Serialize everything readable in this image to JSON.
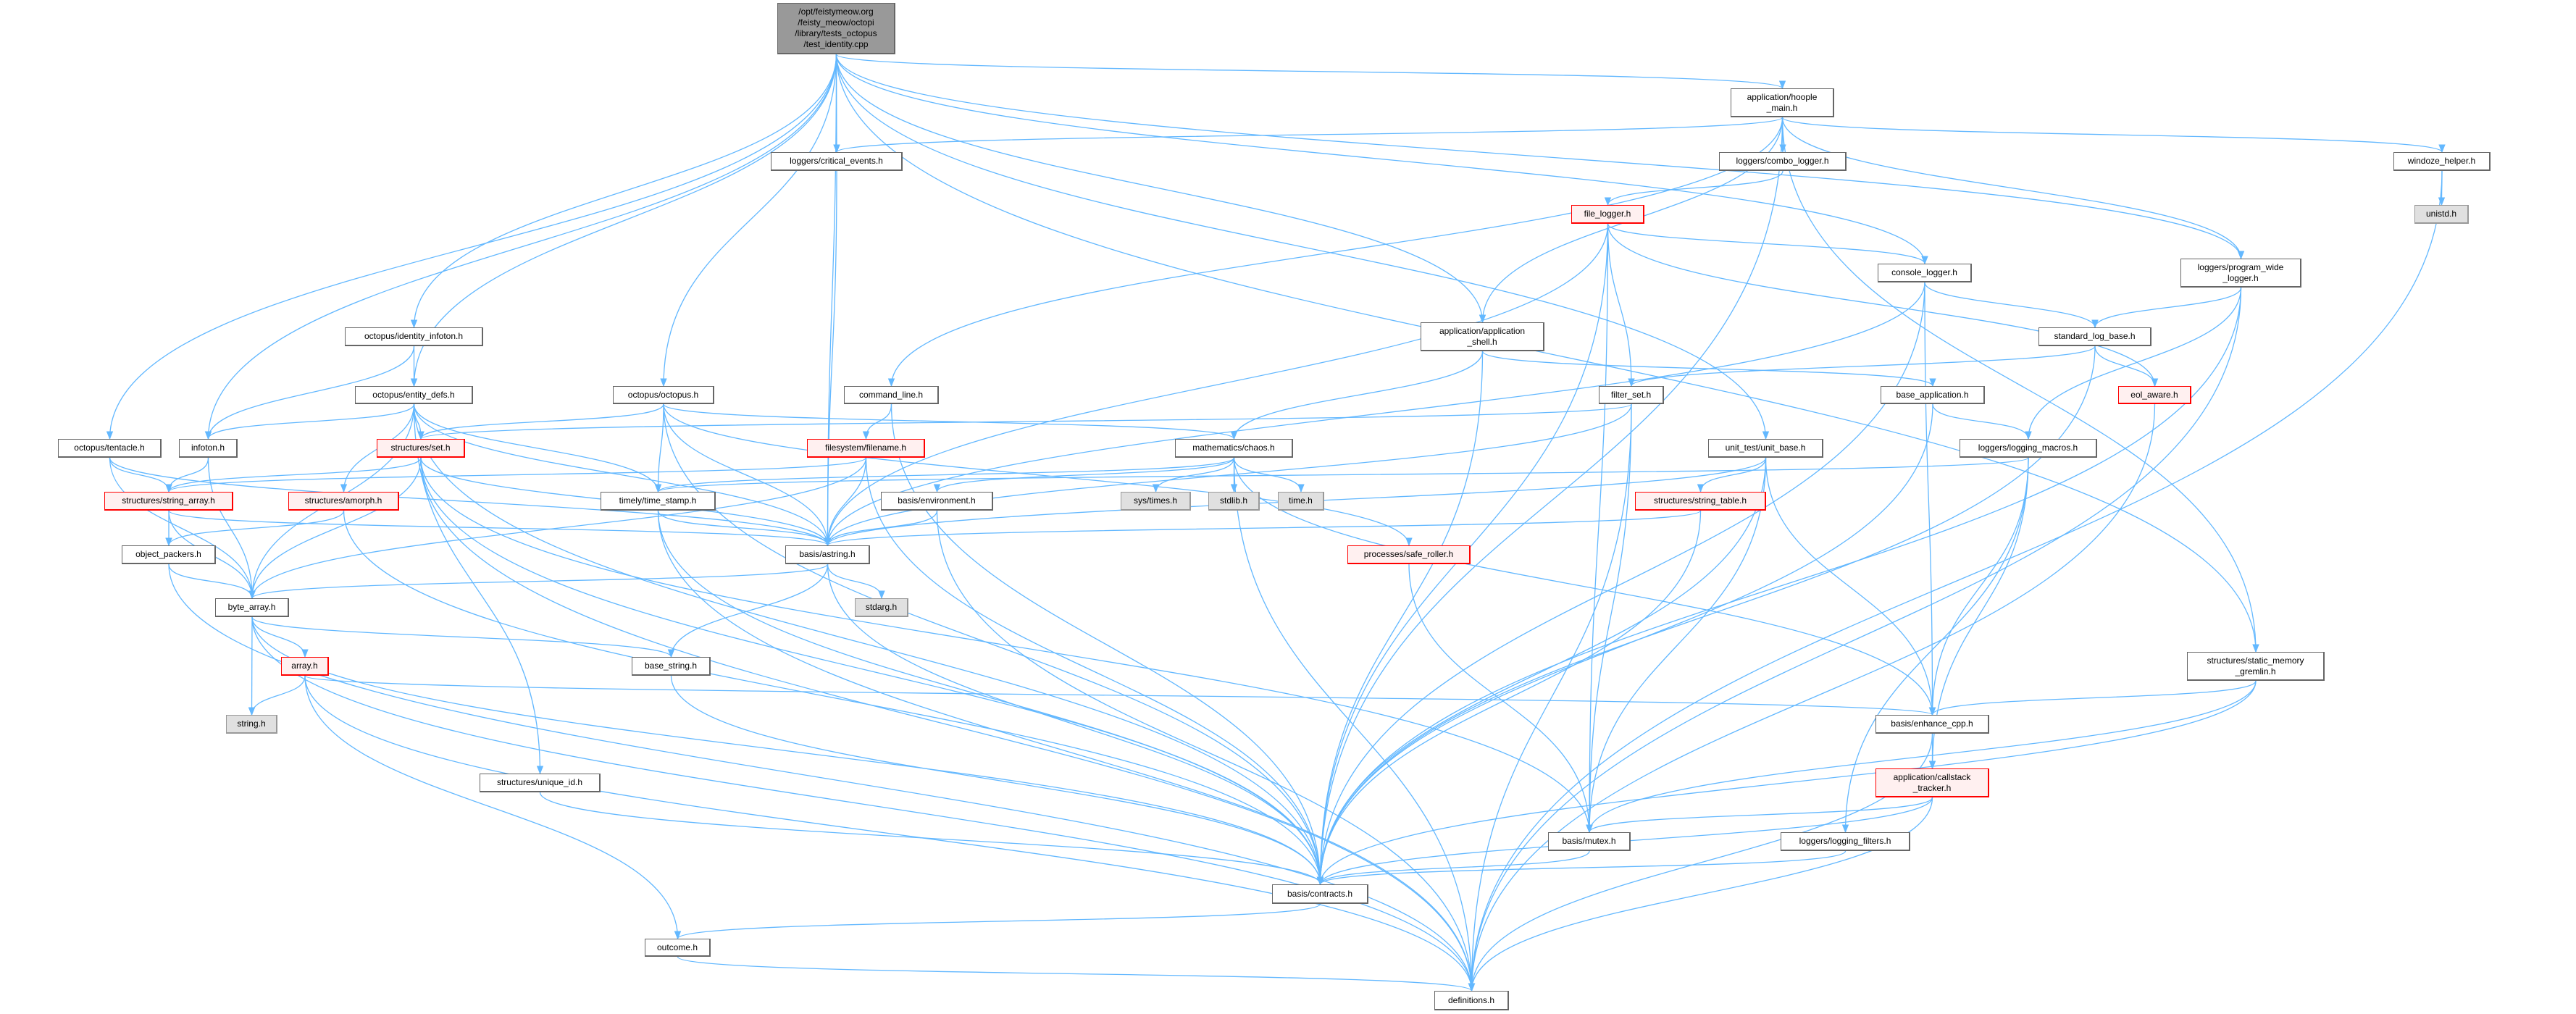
{
  "colors": {
    "edge": "#63b8ff",
    "node_border": "#666666",
    "red_border": "#ff0000",
    "red_fill": "#fff0f0",
    "sys_fill": "#e0e0e0",
    "root_fill": "#999999"
  },
  "nodes": {
    "root": {
      "label": "/opt/feistymeow.org\n/feisty_meow/octopi\n/library/tests_octopus\n/test_identity.cpp",
      "kind": "root"
    },
    "hoople_main": {
      "label": "application/hoople\n_main.h",
      "kind": "normal"
    },
    "critical_events": {
      "label": "loggers/critical_events.h",
      "kind": "normal"
    },
    "combo_logger": {
      "label": "loggers/combo_logger.h",
      "kind": "normal"
    },
    "windoze_helper": {
      "label": "windoze_helper.h",
      "kind": "normal"
    },
    "unistd": {
      "label": "unistd.h",
      "kind": "sys"
    },
    "file_logger": {
      "label": "file_logger.h",
      "kind": "red"
    },
    "program_wide_logger": {
      "label": "loggers/program_wide\n_logger.h",
      "kind": "normal"
    },
    "console_logger": {
      "label": "console_logger.h",
      "kind": "normal"
    },
    "application_shell": {
      "label": "application/application\n_shell.h",
      "kind": "normal"
    },
    "standard_log_base": {
      "label": "standard_log_base.h",
      "kind": "normal"
    },
    "identity_infoton": {
      "label": "octopus/identity_infoton.h",
      "kind": "normal"
    },
    "entity_defs": {
      "label": "octopus/entity_defs.h",
      "kind": "normal"
    },
    "octopus": {
      "label": "octopus/octopus.h",
      "kind": "normal"
    },
    "command_line": {
      "label": "command_line.h",
      "kind": "normal"
    },
    "base_application": {
      "label": "base_application.h",
      "kind": "normal"
    },
    "filter_set": {
      "label": "filter_set.h",
      "kind": "normal"
    },
    "eol_aware": {
      "label": "eol_aware.h",
      "kind": "red"
    },
    "tentacle": {
      "label": "octopus/tentacle.h",
      "kind": "normal"
    },
    "infoton": {
      "label": "infoton.h",
      "kind": "normal"
    },
    "set": {
      "label": "structures/set.h",
      "kind": "red"
    },
    "filename": {
      "label": "filesystem/filename.h",
      "kind": "red"
    },
    "chaos": {
      "label": "mathematics/chaos.h",
      "kind": "normal"
    },
    "unit_base": {
      "label": "unit_test/unit_base.h",
      "kind": "normal"
    },
    "logging_macros": {
      "label": "loggers/logging_macros.h",
      "kind": "normal"
    },
    "string_array": {
      "label": "structures/string_array.h",
      "kind": "red"
    },
    "amorph": {
      "label": "structures/amorph.h",
      "kind": "red"
    },
    "time_stamp": {
      "label": "timely/time_stamp.h",
      "kind": "normal"
    },
    "environment": {
      "label": "basis/environment.h",
      "kind": "normal"
    },
    "sys_times": {
      "label": "sys/times.h",
      "kind": "sys"
    },
    "stdlib": {
      "label": "stdlib.h",
      "kind": "sys"
    },
    "time": {
      "label": "time.h",
      "kind": "sys"
    },
    "string_table": {
      "label": "structures/string_table.h",
      "kind": "red"
    },
    "object_packers": {
      "label": "object_packers.h",
      "kind": "normal"
    },
    "astring": {
      "label": "basis/astring.h",
      "kind": "normal"
    },
    "safe_roller": {
      "label": "processes/safe_roller.h",
      "kind": "red"
    },
    "stdarg": {
      "label": "stdarg.h",
      "kind": "sys"
    },
    "byte_array": {
      "label": "byte_array.h",
      "kind": "normal"
    },
    "array": {
      "label": "array.h",
      "kind": "red"
    },
    "base_string": {
      "label": "base_string.h",
      "kind": "normal"
    },
    "string_h": {
      "label": "string.h",
      "kind": "sys"
    },
    "enhance_cpp": {
      "label": "basis/enhance_cpp.h",
      "kind": "normal"
    },
    "static_memory_gremlin": {
      "label": "structures/static_memory\n_gremlin.h",
      "kind": "normal"
    },
    "callstack_tracker": {
      "label": "application/callstack\n_tracker.h",
      "kind": "red"
    },
    "unique_id": {
      "label": "structures/unique_id.h",
      "kind": "normal"
    },
    "mutex": {
      "label": "basis/mutex.h",
      "kind": "normal"
    },
    "logging_filters": {
      "label": "loggers/logging_filters.h",
      "kind": "normal"
    },
    "contracts": {
      "label": "basis/contracts.h",
      "kind": "normal"
    },
    "outcome": {
      "label": "outcome.h",
      "kind": "normal"
    },
    "definitions": {
      "label": "definitions.h",
      "kind": "normal"
    }
  },
  "edges": [
    [
      "root",
      "tentacle"
    ],
    [
      "root",
      "infoton"
    ],
    [
      "root",
      "identity_infoton"
    ],
    [
      "root",
      "entity_defs"
    ],
    [
      "root",
      "octopus"
    ],
    [
      "root",
      "critical_events"
    ],
    [
      "root",
      "astring"
    ],
    [
      "root",
      "application_shell"
    ],
    [
      "root",
      "hoople_main"
    ],
    [
      "root",
      "console_logger"
    ],
    [
      "root",
      "unit_base"
    ],
    [
      "root",
      "program_wide_logger"
    ],
    [
      "root",
      "static_memory_gremlin"
    ],
    [
      "hoople_main",
      "critical_events"
    ],
    [
      "hoople_main",
      "combo_logger"
    ],
    [
      "hoople_main",
      "windoze_helper"
    ],
    [
      "hoople_main",
      "program_wide_logger"
    ],
    [
      "hoople_main",
      "application_shell"
    ],
    [
      "hoople_main",
      "command_line"
    ],
    [
      "hoople_main",
      "static_memory_gremlin"
    ],
    [
      "hoople_main",
      "contracts"
    ],
    [
      "combo_logger",
      "file_logger"
    ],
    [
      "windoze_helper",
      "unistd"
    ],
    [
      "windoze_helper",
      "definitions"
    ],
    [
      "file_logger",
      "console_logger"
    ],
    [
      "file_logger",
      "eol_aware"
    ],
    [
      "file_logger",
      "filter_set"
    ],
    [
      "file_logger",
      "astring"
    ],
    [
      "file_logger",
      "contracts"
    ],
    [
      "file_logger",
      "mutex"
    ],
    [
      "program_wide_logger",
      "standard_log_base"
    ],
    [
      "program_wide_logger",
      "logging_macros"
    ],
    [
      "program_wide_logger",
      "contracts"
    ],
    [
      "program_wide_logger",
      "definitions"
    ],
    [
      "console_logger",
      "standard_log_base"
    ],
    [
      "console_logger",
      "astring"
    ],
    [
      "console_logger",
      "contracts"
    ],
    [
      "console_logger",
      "enhance_cpp"
    ],
    [
      "application_shell",
      "base_application"
    ],
    [
      "application_shell",
      "chaos"
    ],
    [
      "application_shell",
      "contracts"
    ],
    [
      "standard_log_base",
      "filter_set"
    ],
    [
      "standard_log_base",
      "eol_aware"
    ],
    [
      "standard_log_base",
      "contracts"
    ],
    [
      "critical_events",
      "astring"
    ],
    [
      "identity_infoton",
      "entity_defs"
    ],
    [
      "identity_infoton",
      "infoton"
    ],
    [
      "entity_defs",
      "infoton"
    ],
    [
      "entity_defs",
      "set"
    ],
    [
      "entity_defs",
      "amorph"
    ],
    [
      "entity_defs",
      "time_stamp"
    ],
    [
      "entity_defs",
      "astring"
    ],
    [
      "entity_defs",
      "byte_array"
    ],
    [
      "entity_defs",
      "unique_id"
    ],
    [
      "entity_defs",
      "contracts"
    ],
    [
      "octopus",
      "set"
    ],
    [
      "octopus",
      "time_stamp"
    ],
    [
      "octopus",
      "astring"
    ],
    [
      "octopus",
      "chaos"
    ],
    [
      "octopus",
      "safe_roller"
    ],
    [
      "octopus",
      "contracts"
    ],
    [
      "command_line",
      "filename"
    ],
    [
      "command_line",
      "contracts"
    ],
    [
      "base_application",
      "logging_macros"
    ],
    [
      "base_application",
      "contracts"
    ],
    [
      "filter_set",
      "set"
    ],
    [
      "filter_set",
      "astring"
    ],
    [
      "filter_set",
      "mutex"
    ],
    [
      "filter_set",
      "definitions"
    ],
    [
      "eol_aware",
      "definitions"
    ],
    [
      "tentacle",
      "string_array"
    ],
    [
      "tentacle",
      "byte_array"
    ],
    [
      "tentacle",
      "astring"
    ],
    [
      "infoton",
      "string_array"
    ],
    [
      "infoton",
      "byte_array"
    ],
    [
      "set",
      "string_array"
    ],
    [
      "set",
      "astring"
    ],
    [
      "set",
      "byte_array"
    ],
    [
      "set",
      "contracts"
    ],
    [
      "set",
      "definitions"
    ],
    [
      "set",
      "mutex"
    ],
    [
      "filename",
      "string_array"
    ],
    [
      "filename",
      "byte_array"
    ],
    [
      "filename",
      "astring"
    ],
    [
      "filename",
      "contracts"
    ],
    [
      "chaos",
      "sys_times"
    ],
    [
      "chaos",
      "stdlib"
    ],
    [
      "chaos",
      "time"
    ],
    [
      "chaos",
      "environment"
    ],
    [
      "chaos",
      "time_stamp"
    ],
    [
      "chaos",
      "enhance_cpp"
    ],
    [
      "chaos",
      "definitions"
    ],
    [
      "unit_base",
      "string_table"
    ],
    [
      "unit_base",
      "astring"
    ],
    [
      "unit_base",
      "enhance_cpp"
    ],
    [
      "unit_base",
      "mutex"
    ],
    [
      "unit_base",
      "contracts"
    ],
    [
      "logging_macros",
      "time_stamp"
    ],
    [
      "logging_macros",
      "enhance_cpp"
    ],
    [
      "logging_macros",
      "callstack_tracker"
    ],
    [
      "logging_macros",
      "logging_filters"
    ],
    [
      "string_array",
      "object_packers"
    ],
    [
      "string_array",
      "byte_array"
    ],
    [
      "string_array",
      "astring"
    ],
    [
      "amorph",
      "object_packers"
    ],
    [
      "amorph",
      "contracts"
    ],
    [
      "time_stamp",
      "astring"
    ],
    [
      "time_stamp",
      "contracts"
    ],
    [
      "time_stamp",
      "definitions"
    ],
    [
      "environment",
      "astring"
    ],
    [
      "environment",
      "definitions"
    ],
    [
      "string_table",
      "astring"
    ],
    [
      "string_table",
      "contracts"
    ],
    [
      "object_packers",
      "byte_array"
    ],
    [
      "object_packers",
      "definitions"
    ],
    [
      "astring",
      "byte_array"
    ],
    [
      "astring",
      "base_string"
    ],
    [
      "astring",
      "stdarg"
    ],
    [
      "astring",
      "contracts"
    ],
    [
      "byte_array",
      "string_h"
    ],
    [
      "byte_array",
      "array"
    ],
    [
      "byte_array",
      "base_string"
    ],
    [
      "byte_array",
      "contracts"
    ],
    [
      "byte_array",
      "definitions"
    ],
    [
      "safe_roller",
      "mutex"
    ],
    [
      "array",
      "string_h"
    ],
    [
      "array",
      "enhance_cpp"
    ],
    [
      "array",
      "outcome"
    ],
    [
      "array",
      "definitions"
    ],
    [
      "base_string",
      "contracts"
    ],
    [
      "static_memory_gremlin",
      "enhance_cpp"
    ],
    [
      "static_memory_gremlin",
      "mutex"
    ],
    [
      "static_memory_gremlin",
      "contracts"
    ],
    [
      "enhance_cpp",
      "callstack_tracker"
    ],
    [
      "enhance_cpp",
      "definitions"
    ],
    [
      "callstack_tracker",
      "mutex"
    ],
    [
      "callstack_tracker",
      "contracts"
    ],
    [
      "callstack_tracker",
      "definitions"
    ],
    [
      "mutex",
      "contracts"
    ],
    [
      "logging_filters",
      "contracts"
    ],
    [
      "unique_id",
      "contracts"
    ],
    [
      "contracts",
      "outcome"
    ],
    [
      "outcome",
      "definitions"
    ]
  ]
}
